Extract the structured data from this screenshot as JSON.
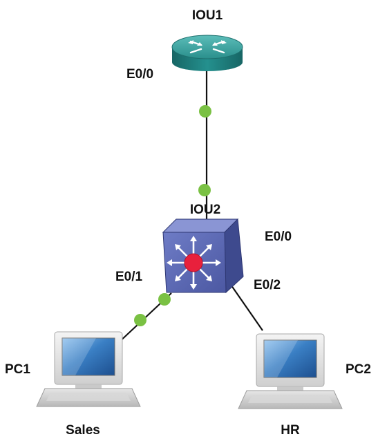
{
  "devices": {
    "router": {
      "name": "IOU1",
      "port": "E0/0"
    },
    "switch": {
      "name": "IOU2",
      "port_uplink": "E0/0",
      "port_pc1": "E0/1",
      "port_pc2": "E0/2"
    },
    "pc1": {
      "name": "PC1",
      "group": "Sales"
    },
    "pc2": {
      "name": "PC2",
      "group": "HR"
    }
  },
  "colors": {
    "router_body": "#1f7f7e",
    "router_top": "#3aa3a0",
    "switch_front": "#5a68b4",
    "switch_side": "#3e4a8e",
    "switch_center": "#e8203c",
    "link": "#111111",
    "link_status": "#7ac143",
    "pc_screen": "#2e6fb5"
  },
  "icons": [
    "router-icon",
    "multilayer-switch-icon",
    "laptop-icon"
  ]
}
